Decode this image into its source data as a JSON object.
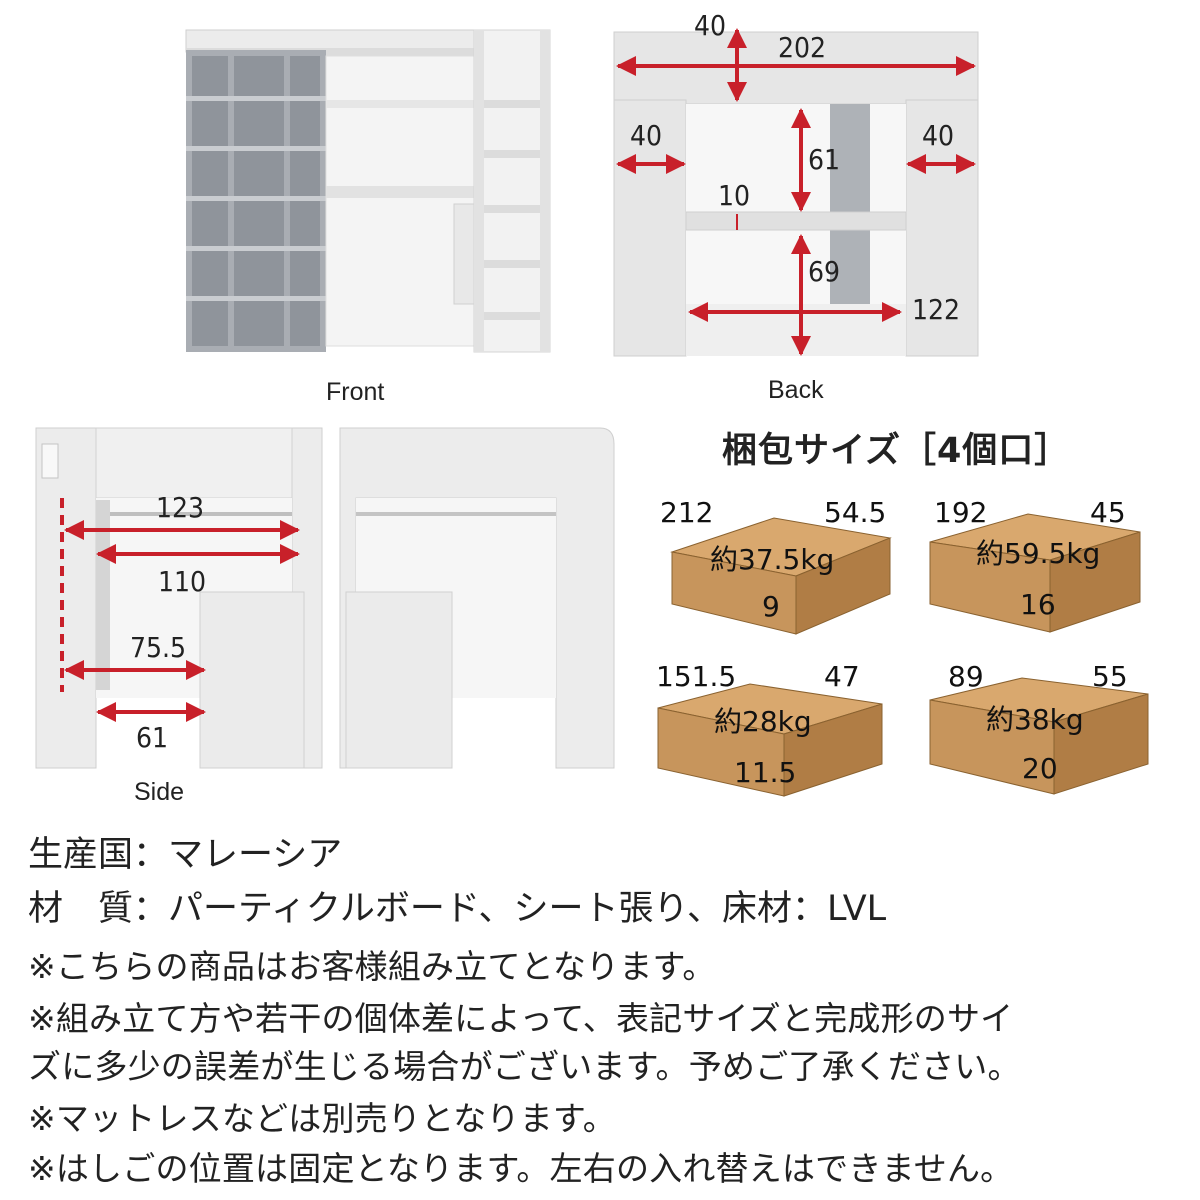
{
  "views": {
    "front": "Front",
    "back": "Back",
    "side": "Side"
  },
  "back_dims": {
    "top_w": "40",
    "width": "202",
    "left_w": "40",
    "right_w": "40",
    "upper_h": "61",
    "slat": "10",
    "lower_h": "69",
    "depth": "122"
  },
  "side_dims": {
    "d123": "123",
    "d110": "110",
    "d75": "75.5",
    "d61": "61"
  },
  "package": {
    "title": "梱包サイズ［4個口］",
    "boxes": [
      {
        "a": "212",
        "b": "54.5",
        "weight": "約37.5kg",
        "c": "9"
      },
      {
        "a": "192",
        "b": "45",
        "weight": "約59.5kg",
        "c": "16"
      },
      {
        "a": "151.5",
        "b": "47",
        "weight": "約28kg",
        "c": "11.5"
      },
      {
        "a": "89",
        "b": "55",
        "weight": "約38kg",
        "c": "20"
      }
    ]
  },
  "specs": {
    "country": "生産国：マレーシア",
    "material": "材　質：パーティクルボード、シート張り、床材：LVL"
  },
  "notes": [
    "※こちらの商品はお客様組み立てとなります。",
    "※組み立て方や若干の個体差によって、表記サイズと完成形のサイ",
    "ズに多少の誤差が生じる場合がございます。予めご了承ください。",
    "※マットレスなどは別売りとなります。",
    "※はしごの位置は固定となります。左右の入れ替えはできません。"
  ],
  "colors": {
    "arrow": "#c8202a",
    "panel": "#e4e4e4",
    "shelf": "#a9adb3",
    "cardboard": "#c7955c"
  }
}
